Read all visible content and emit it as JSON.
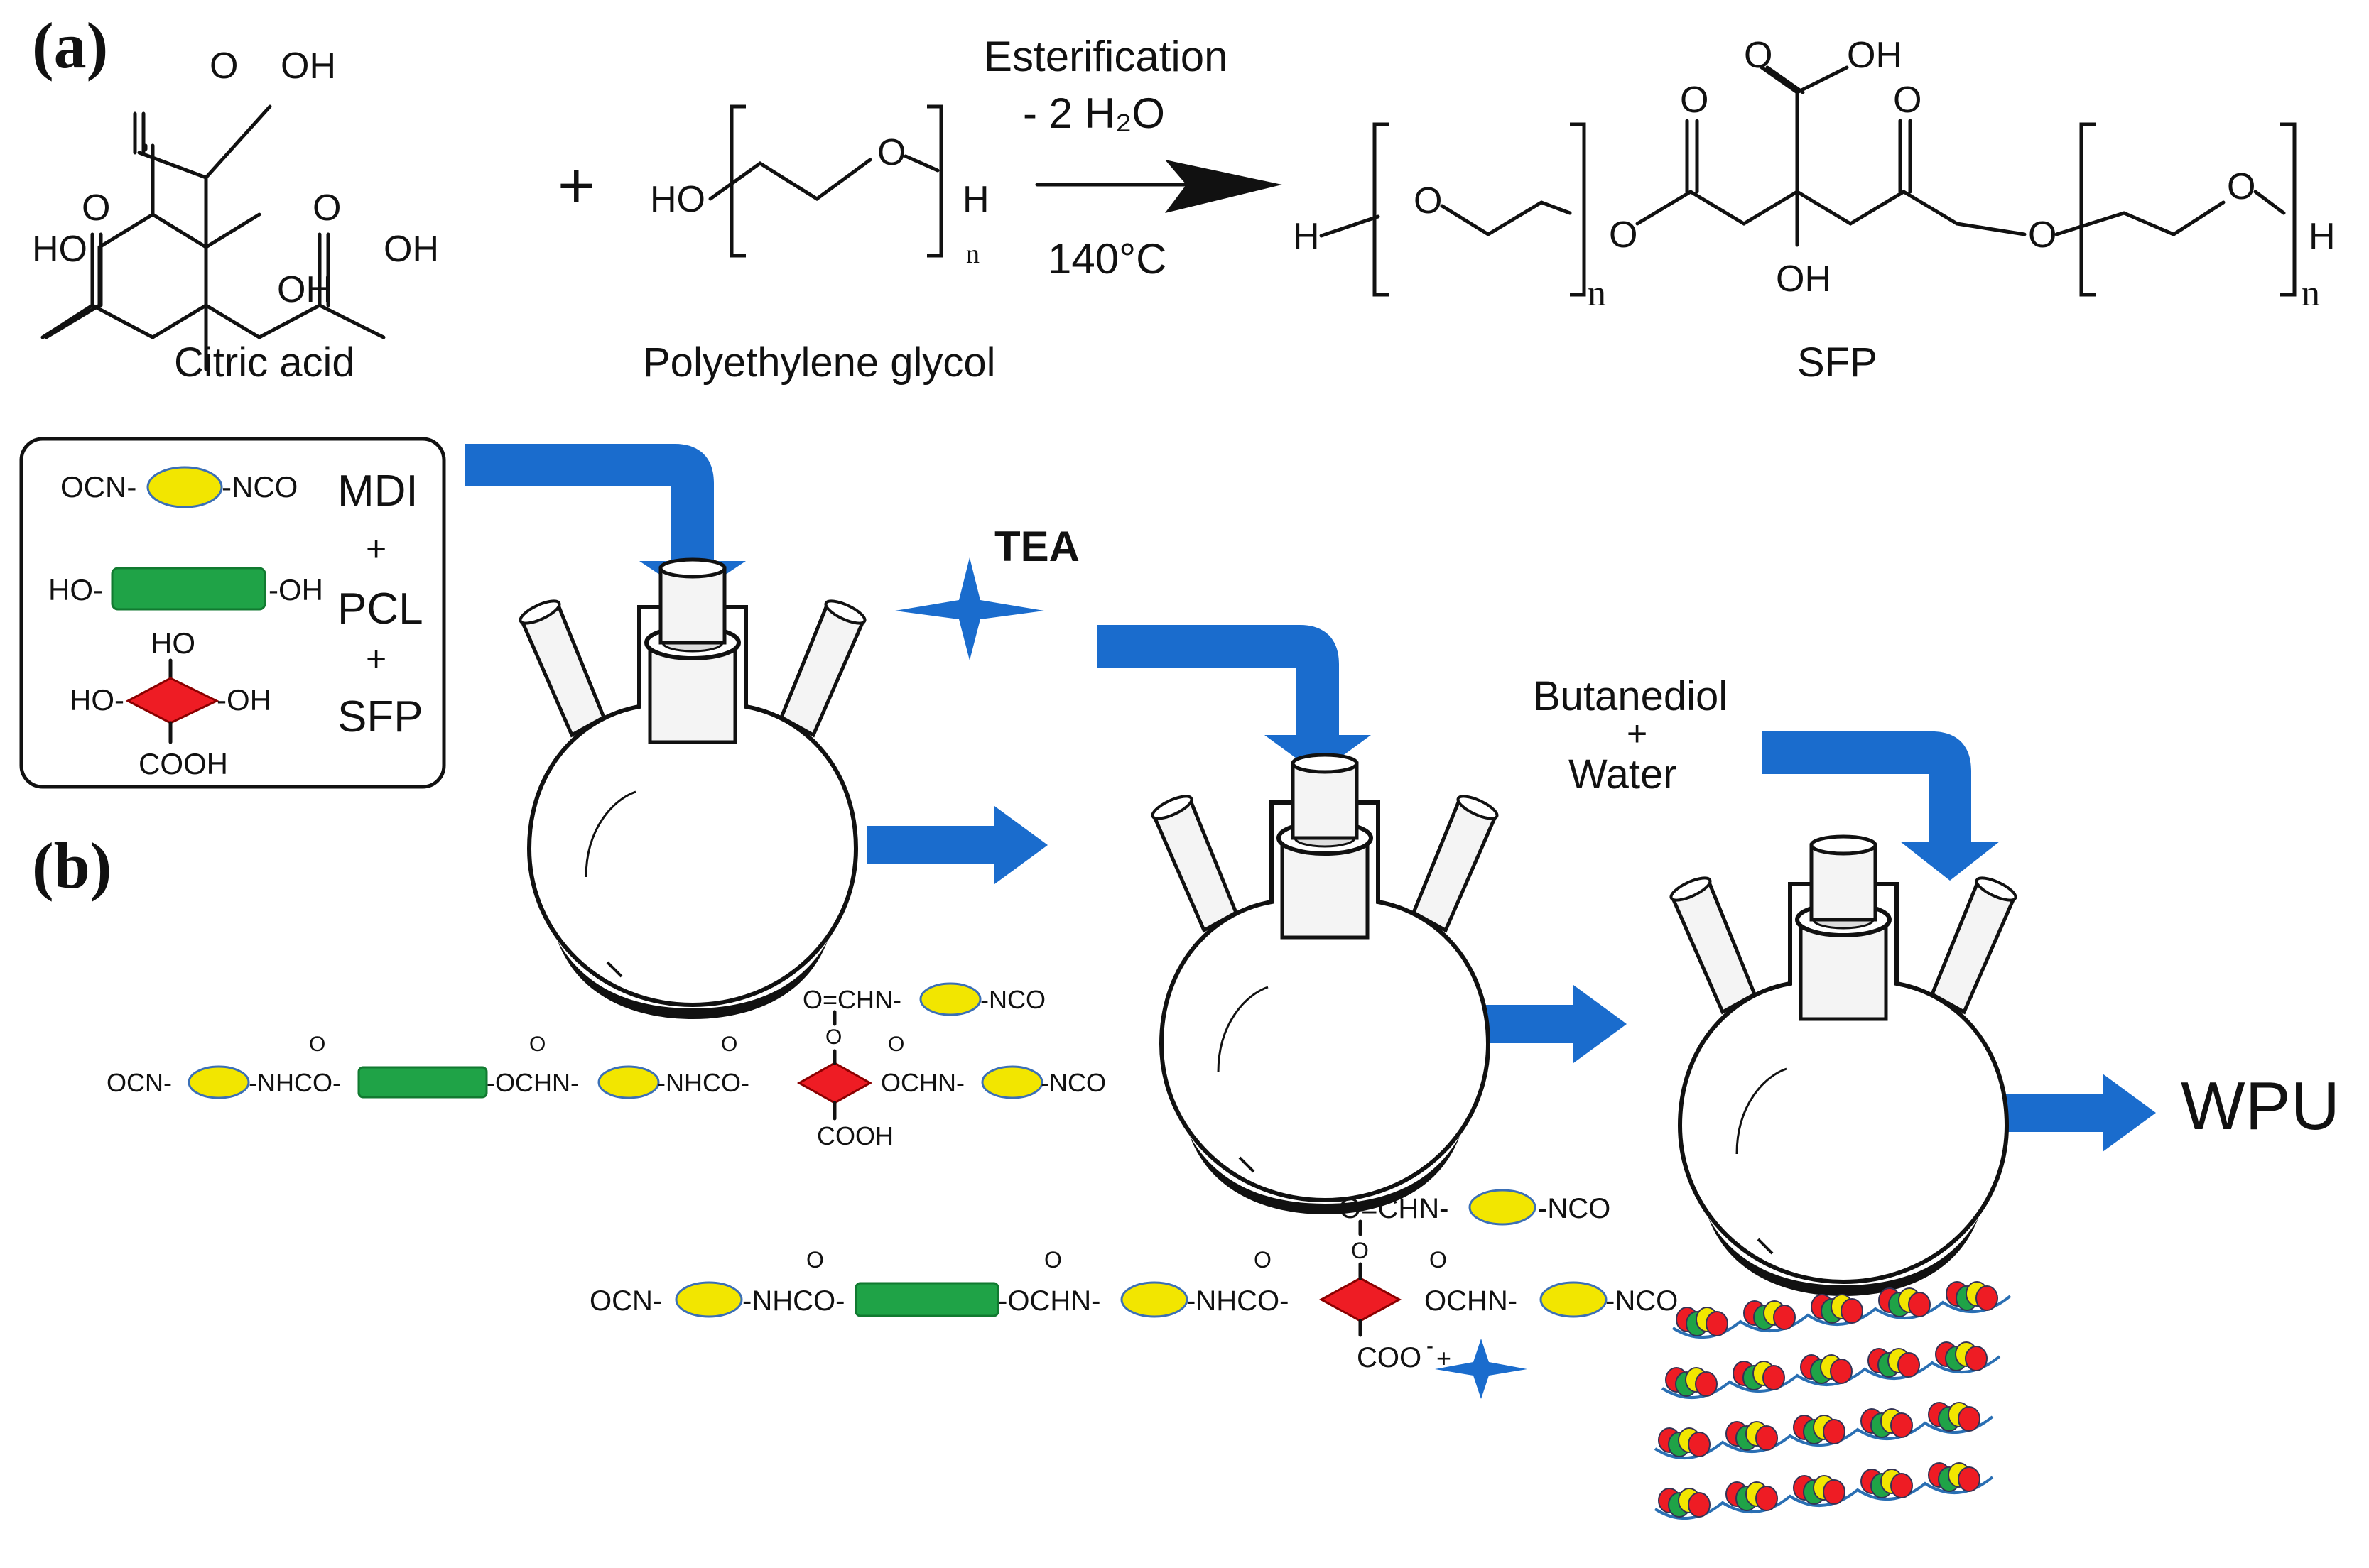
{
  "panel_a": {
    "label": "(a)",
    "citric_acid": {
      "name": "Citric acid",
      "o1": "O",
      "o2": "O",
      "o3": "O",
      "oh_top": "OH",
      "ho_left": "HO",
      "oh_right": "OH",
      "oh_bottom": "OH"
    },
    "plus": "+",
    "peg": {
      "name": "Polyethylene glycol",
      "ho": "HO",
      "o": "O",
      "h": "H",
      "n": "n"
    },
    "arrow_top": "Esterification",
    "arrow_mid": "- 2 H₂O",
    "arrow_bottom": "140°C",
    "sfp": {
      "name": "SFP",
      "h_left": "H",
      "o1": "O",
      "n1": "n",
      "o2": "O",
      "o_carb1": "O",
      "o_top": "O",
      "oh_top": "OH",
      "oh_bottom": "OH",
      "o_carb2": "O",
      "o3": "O",
      "o4": "O",
      "h_right": "H",
      "n2": "n"
    }
  },
  "panel_b": {
    "label": "(b)",
    "legend": {
      "mdi_left": "OCN-",
      "mdi_right": "-NCO",
      "mdi": "MDI",
      "plus1": "+",
      "pcl_left": "HO-",
      "pcl_right": "-OH",
      "pcl": "PCL",
      "plus2": "+",
      "sfp_top": "HO",
      "sfp_left": "HO-",
      "sfp_right": "-OH",
      "sfp_bottom": "COOH",
      "sfp": "SFP"
    },
    "tea": "TEA",
    "butanediol": "Butanediol",
    "plus3": "+",
    "water": "Water",
    "product": "WPU",
    "chain1": {
      "ocn": "OCN-",
      "nhco1": "-NHCO-",
      "o1": "O",
      "ochn1": "-OCHN-",
      "o2": "O",
      "nhco2": "-NHCO-",
      "o3": "O",
      "ochn2": "OCHN-",
      "o4": "O",
      "nco": "-NCO",
      "top": "O=CHN-",
      "top_nco": "-NCO",
      "o_link": "O",
      "cooh": "COOH"
    },
    "chain2": {
      "ocn": "OCN-",
      "nhco1": "-NHCO-",
      "o1": "O",
      "ochn1": "-OCHN-",
      "o2": "O",
      "nhco2": "-NHCO-",
      "o3": "O",
      "ochn2": "OCHN-",
      "o4": "O",
      "nco": "-NCO",
      "top": "O=CHN-",
      "top_nco": "-NCO",
      "o_link": "O",
      "coo": "COO",
      "minus": "-",
      "plus": "+"
    }
  },
  "colors": {
    "arrow": "#1a6ccd",
    "mdi": "#f2e600",
    "pcl": "#1fa347",
    "sfp": "#ee1c24",
    "chain": "#2a6fb3"
  }
}
